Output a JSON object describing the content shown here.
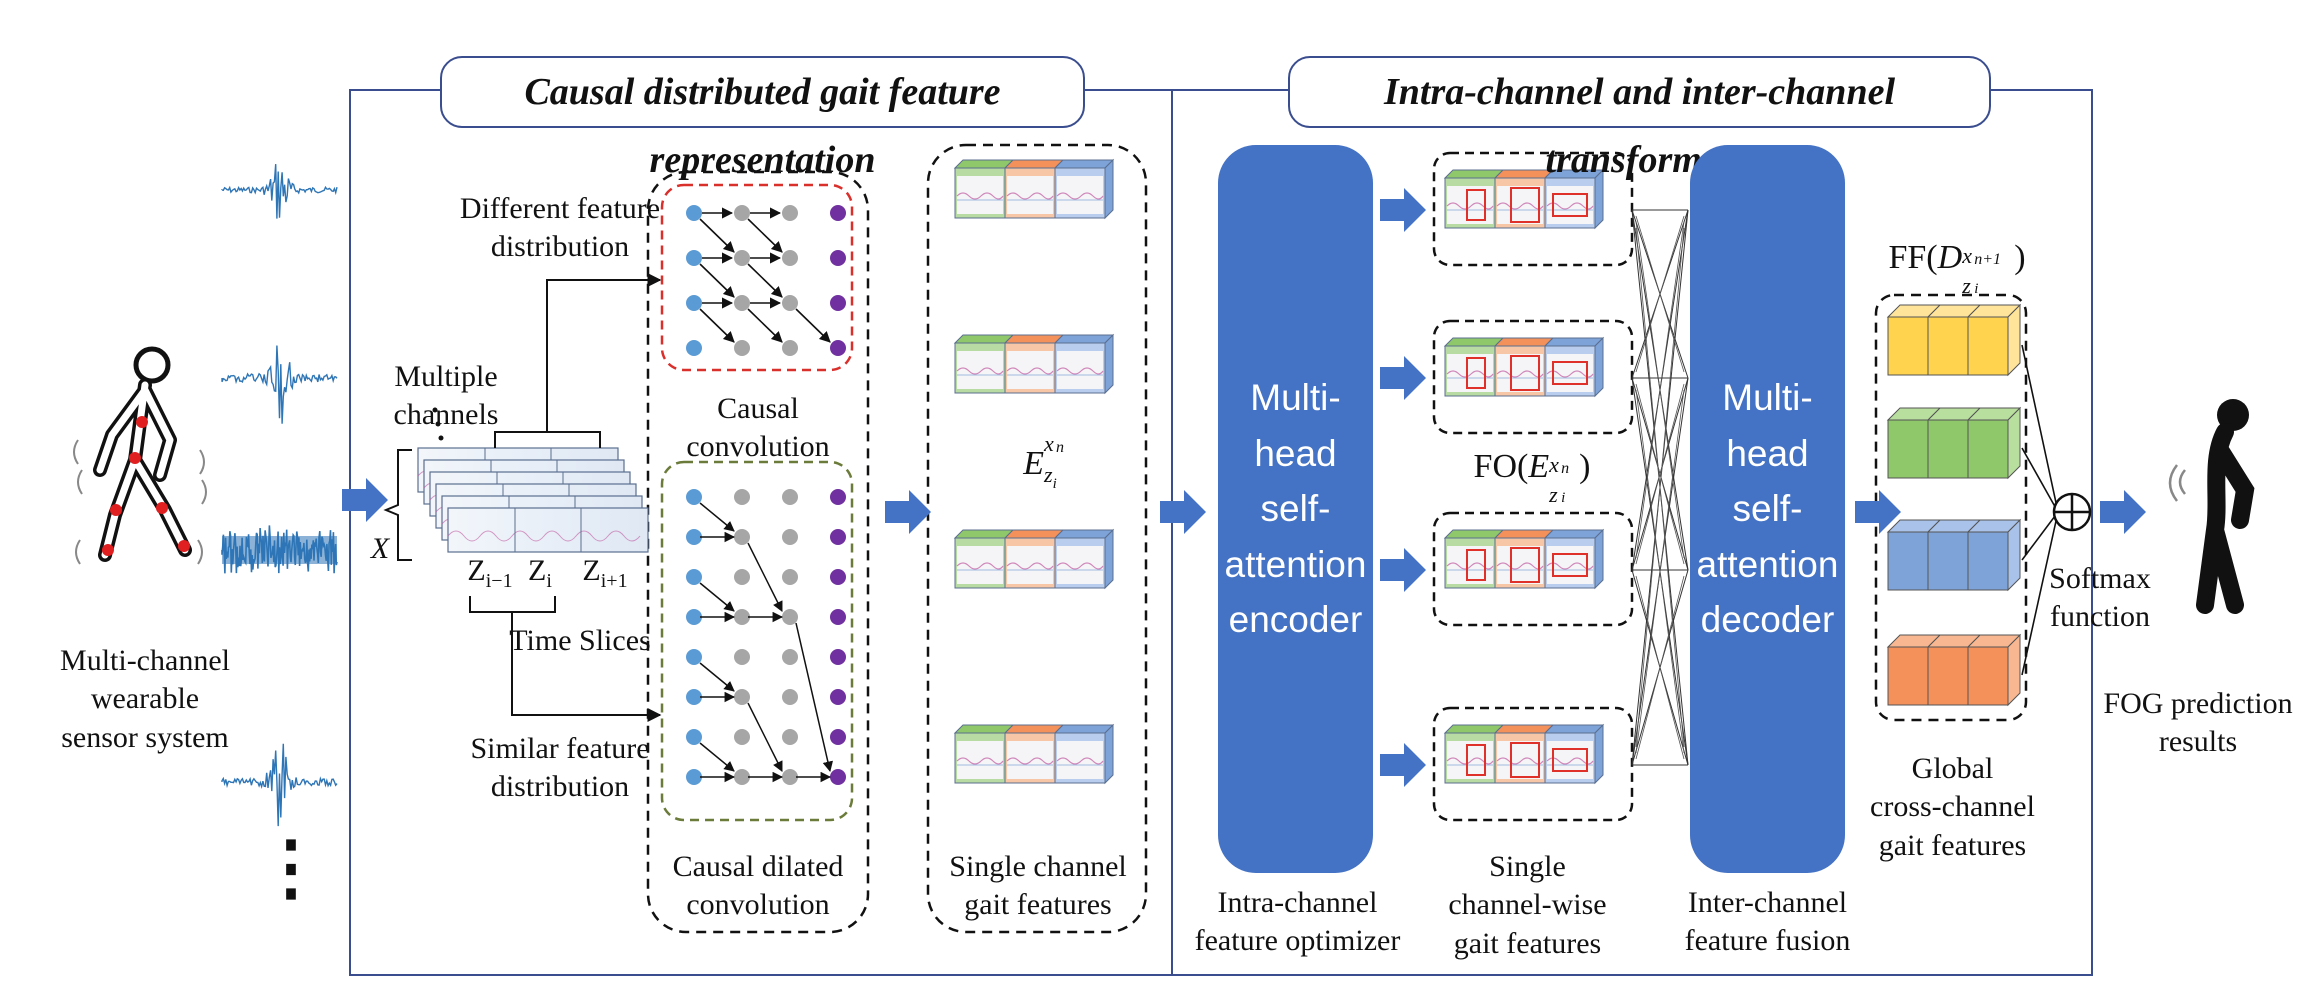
{
  "sections": {
    "left_title": "Causal distributed gait feature representation",
    "right_title": "Intra-channel and inter-channel transformer"
  },
  "input": {
    "system_label": [
      "Multi-channel",
      "wearable",
      "sensor system"
    ],
    "ellipsis": "⋮"
  },
  "slices": {
    "multiple_channels": "Multiple channels",
    "x_label": "X",
    "time_slices": "Time Slices",
    "z_prev": "Z",
    "z_prev_sub": "i−1",
    "z_cur": "Z",
    "z_cur_sub": "i",
    "z_next": "Z",
    "z_next_sub": "i+1"
  },
  "distributions": {
    "different": [
      "Different feature",
      "distribution"
    ],
    "similar": [
      "Similar feature",
      "distribution"
    ]
  },
  "convolutions": {
    "causal": "Causal convolution",
    "dilated": [
      "Causal dilated",
      "convolution"
    ]
  },
  "single_channel": {
    "label": [
      "Single channel",
      "gait features"
    ],
    "formula_base": "E",
    "formula_sub": "z",
    "formula_sub_sub": "i",
    "formula_sup": "x",
    "formula_sup_sub": "n"
  },
  "encoder": {
    "block_text": [
      "Multi-",
      "head",
      "self-",
      "attention",
      "encoder"
    ],
    "caption": [
      "Intra-channel",
      "feature optimizer"
    ]
  },
  "channelwise": {
    "formula_prefix": "FO(",
    "formula_base": "E",
    "formula_suffix": ")",
    "caption": [
      "Single",
      "channel-wise",
      "gait features"
    ]
  },
  "decoder": {
    "block_text": [
      "Multi-",
      "head",
      "self-",
      "attention",
      "decoder"
    ],
    "caption": [
      "Inter-channel",
      "feature fusion"
    ]
  },
  "global": {
    "formula_prefix": "FF(",
    "formula_base": "D",
    "formula_sup_sub": "n+1",
    "formula_suffix": ")",
    "caption": [
      "Global",
      "cross-channel",
      "gait features"
    ]
  },
  "output": {
    "softmax": [
      "Softmax",
      "function"
    ],
    "result": [
      "FOG prediction",
      "results"
    ]
  },
  "colors": {
    "frame": "#3a4d8f",
    "block": "#4472c4",
    "arrow": "#4472c4",
    "dot_blue": "#5b9bd5",
    "dot_gray": "#a6a6a6",
    "dot_purple": "#7030a0",
    "red_dash": "#d9302c",
    "olive_dash": "#6b7b3a",
    "cube_yellow": "#ffd34e",
    "cube_green": "#8fc86a",
    "cube_blue": "#7ea3d8",
    "cube_orange": "#f4905a",
    "red_box": "#e0302a",
    "signal": "#2e75b6"
  }
}
